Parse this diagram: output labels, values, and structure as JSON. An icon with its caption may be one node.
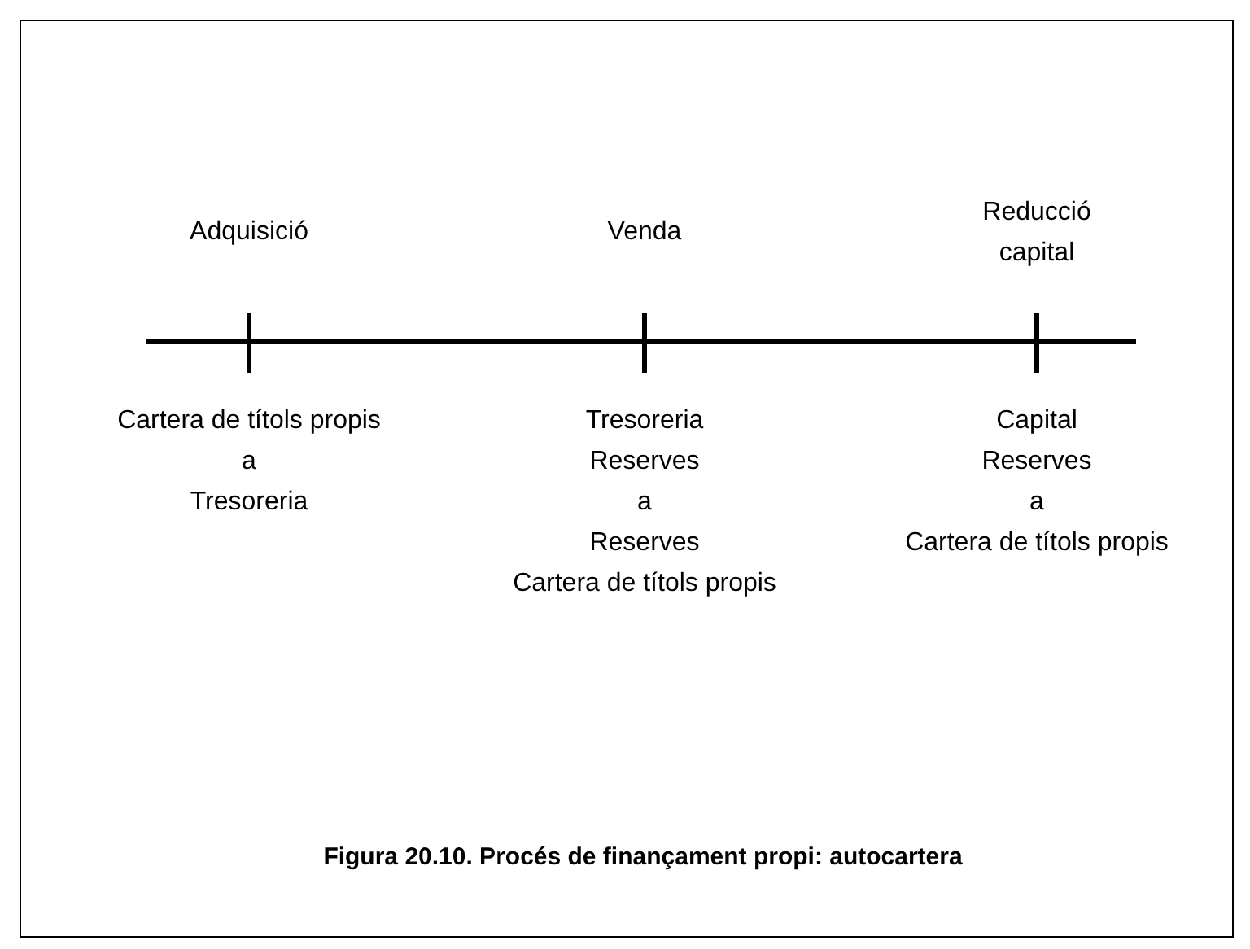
{
  "diagram": {
    "caption": "Figura 20.10. Procés de finançament propi: autocartera",
    "labels": [
      "Adquisició",
      "Venda",
      "Reducció capital",
      "Cartera de títols propis",
      "a",
      "Tresoreria",
      "Tresoreria",
      "Reserves",
      "a",
      "Reserves",
      "Cartera de títols propis",
      "Capital",
      "Reserves",
      "a",
      "Cartera de títols propis"
    ]
  }
}
